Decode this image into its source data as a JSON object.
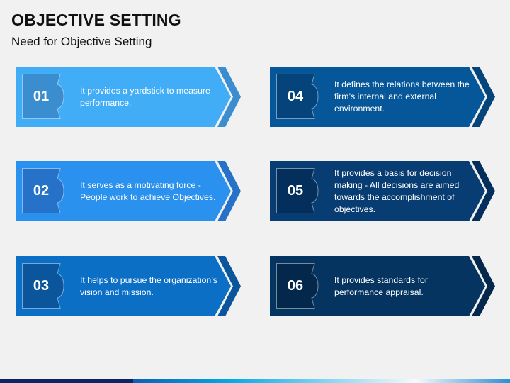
{
  "slide": {
    "title": "OBJECTIVE SETTING",
    "subtitle": "Need for Objective Setting"
  },
  "cards": [
    {
      "number": "01",
      "text": "It provides a yardstick to measure performance.",
      "color": "#42adf7",
      "box_color": "#3a8dcf",
      "chevron_color": "#3a8dcf"
    },
    {
      "number": "02",
      "text": "It serves as a motivating force - People work to achieve Objectives.",
      "color": "#2a91ef",
      "box_color": "#2572c8",
      "chevron_color": "#2572c8"
    },
    {
      "number": "03",
      "text": "It helps to pursue the organization’s vision and mission.",
      "color": "#0b6fc6",
      "box_color": "#0a559c",
      "chevron_color": "#0a559c"
    },
    {
      "number": "04",
      "text": "It defines the relations between the firm’s internal and external environment.",
      "color": "#065799",
      "box_color": "#05447a",
      "chevron_color": "#05447a"
    },
    {
      "number": "05",
      "text": "It provides a basis for decision making - All decisions are aimed towards the accomplishment of objectives.",
      "color": "#073d73",
      "box_color": "#042f5c",
      "chevron_color": "#042f5c"
    },
    {
      "number": "06",
      "text": "It provides standards for performance appraisal.",
      "color": "#053461",
      "box_color": "#03284c",
      "chevron_color": "#03284c"
    }
  ],
  "footer_bar": {
    "navy": "#0a2466",
    "gradient": [
      "#0a60b8",
      "#00a8e6",
      "#7fd3f2",
      "#f4fafd",
      "#2a8fd4"
    ]
  }
}
